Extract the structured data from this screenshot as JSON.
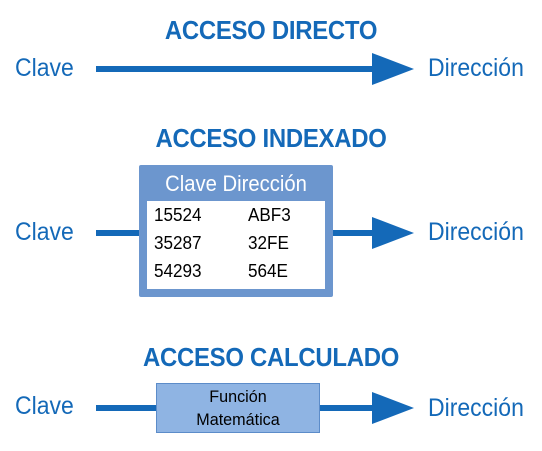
{
  "direct": {
    "title": "ACCESO DIRECTO",
    "input_label": "Clave",
    "output_label": "Dirección"
  },
  "indexed": {
    "title": "ACCESO INDEXADO",
    "input_label": "Clave",
    "output_label": "Dirección",
    "table_header": "Clave Dirección",
    "rows": [
      {
        "key": "15524",
        "address": "ABF3"
      },
      {
        "key": "35287",
        "address": "32FE"
      },
      {
        "key": "54293",
        "address": "564E"
      }
    ]
  },
  "calculated": {
    "title": "ACCESO CALCULADO",
    "input_label": "Clave",
    "output_label": "Dirección",
    "function_line1": "Función",
    "function_line2": "Matemática"
  },
  "colors": {
    "accent": "#1469b8",
    "table_frame": "#6c96ce",
    "function_box": "#8fb4e3"
  }
}
